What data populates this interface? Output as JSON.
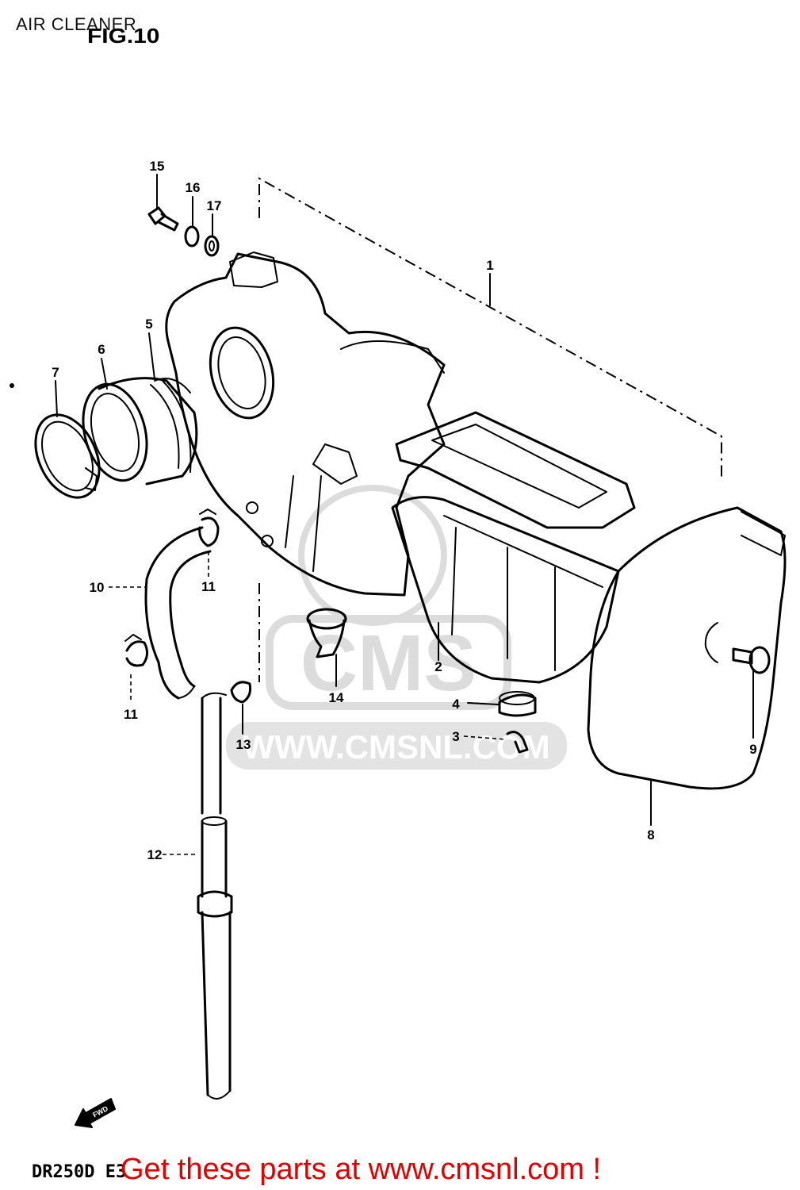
{
  "header": {
    "title": "AIR CLEANER",
    "figure": "FIG.10"
  },
  "footer": {
    "model": "DR250D E3",
    "promo": "Get these parts at www.cmsnl.com !"
  },
  "watermark": {
    "logo_text": "CMS",
    "url_text": "WWW.CMSNL.COM",
    "color": "#d9d9d9"
  },
  "direction_arrow": {
    "label": "FWD"
  },
  "colors": {
    "line": "#000000",
    "promo": "#e00000",
    "background": "#ffffff"
  },
  "callouts": [
    {
      "id": "1",
      "label": "1"
    },
    {
      "id": "2",
      "label": "2"
    },
    {
      "id": "3",
      "label": "3"
    },
    {
      "id": "4",
      "label": "4"
    },
    {
      "id": "5",
      "label": "5"
    },
    {
      "id": "6",
      "label": "6"
    },
    {
      "id": "7",
      "label": "7"
    },
    {
      "id": "8",
      "label": "8"
    },
    {
      "id": "9",
      "label": "9"
    },
    {
      "id": "10",
      "label": "10"
    },
    {
      "id": "11a",
      "label": "11"
    },
    {
      "id": "11b",
      "label": "11"
    },
    {
      "id": "12",
      "label": "12"
    },
    {
      "id": "13",
      "label": "13"
    },
    {
      "id": "14",
      "label": "14"
    },
    {
      "id": "15",
      "label": "15"
    },
    {
      "id": "16",
      "label": "16"
    },
    {
      "id": "17",
      "label": "17"
    }
  ]
}
